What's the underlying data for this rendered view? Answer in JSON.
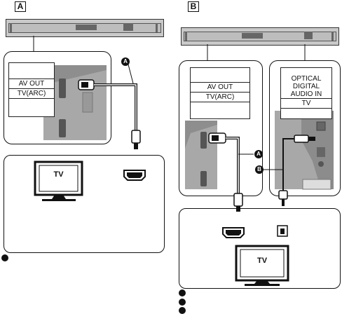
{
  "figure_a": {
    "tag": "A",
    "labels": [
      "AV OUT",
      "TV(ARC)"
    ],
    "callout": "A",
    "tv_label": "TV"
  },
  "figure_b": {
    "tag": "B",
    "left_labels": [
      "AV OUT",
      "TV(ARC)"
    ],
    "right_labels": [
      "OPTICAL",
      "DIGITAL",
      "AUDIO IN",
      "TV"
    ],
    "callouts": [
      "A",
      "B"
    ],
    "tv_label": "TV"
  }
}
